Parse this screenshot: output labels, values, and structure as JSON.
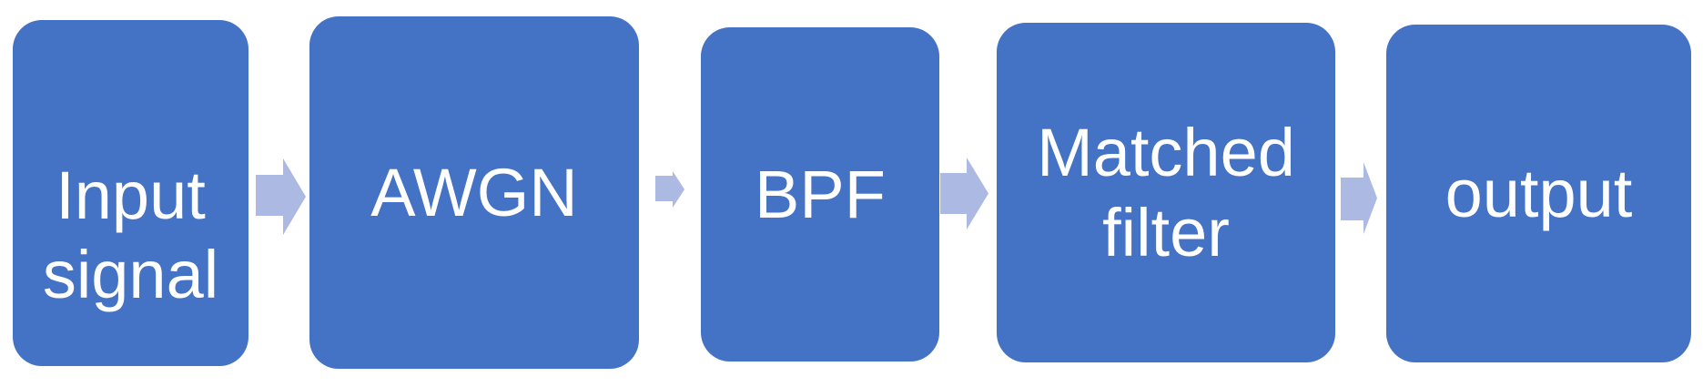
{
  "theme": {
    "background": "#ffffff",
    "block_fill": "#4472c4",
    "arrow_fill": "#acb9e3",
    "text_color": "#ffffff"
  },
  "diagram": {
    "type": "flowchart",
    "direction": "left-to-right",
    "nodes": [
      {
        "id": "input-signal",
        "label": "Input signal"
      },
      {
        "id": "awgn",
        "label": "AWGN"
      },
      {
        "id": "bpf",
        "label": "BPF"
      },
      {
        "id": "matched-filter",
        "label": "Matched filter"
      },
      {
        "id": "output",
        "label": "output"
      }
    ],
    "connections": [
      {
        "from": "input-signal",
        "to": "awgn"
      },
      {
        "from": "awgn",
        "to": "bpf"
      },
      {
        "from": "bpf",
        "to": "matched-filter"
      },
      {
        "from": "matched-filter",
        "to": "output"
      }
    ]
  }
}
